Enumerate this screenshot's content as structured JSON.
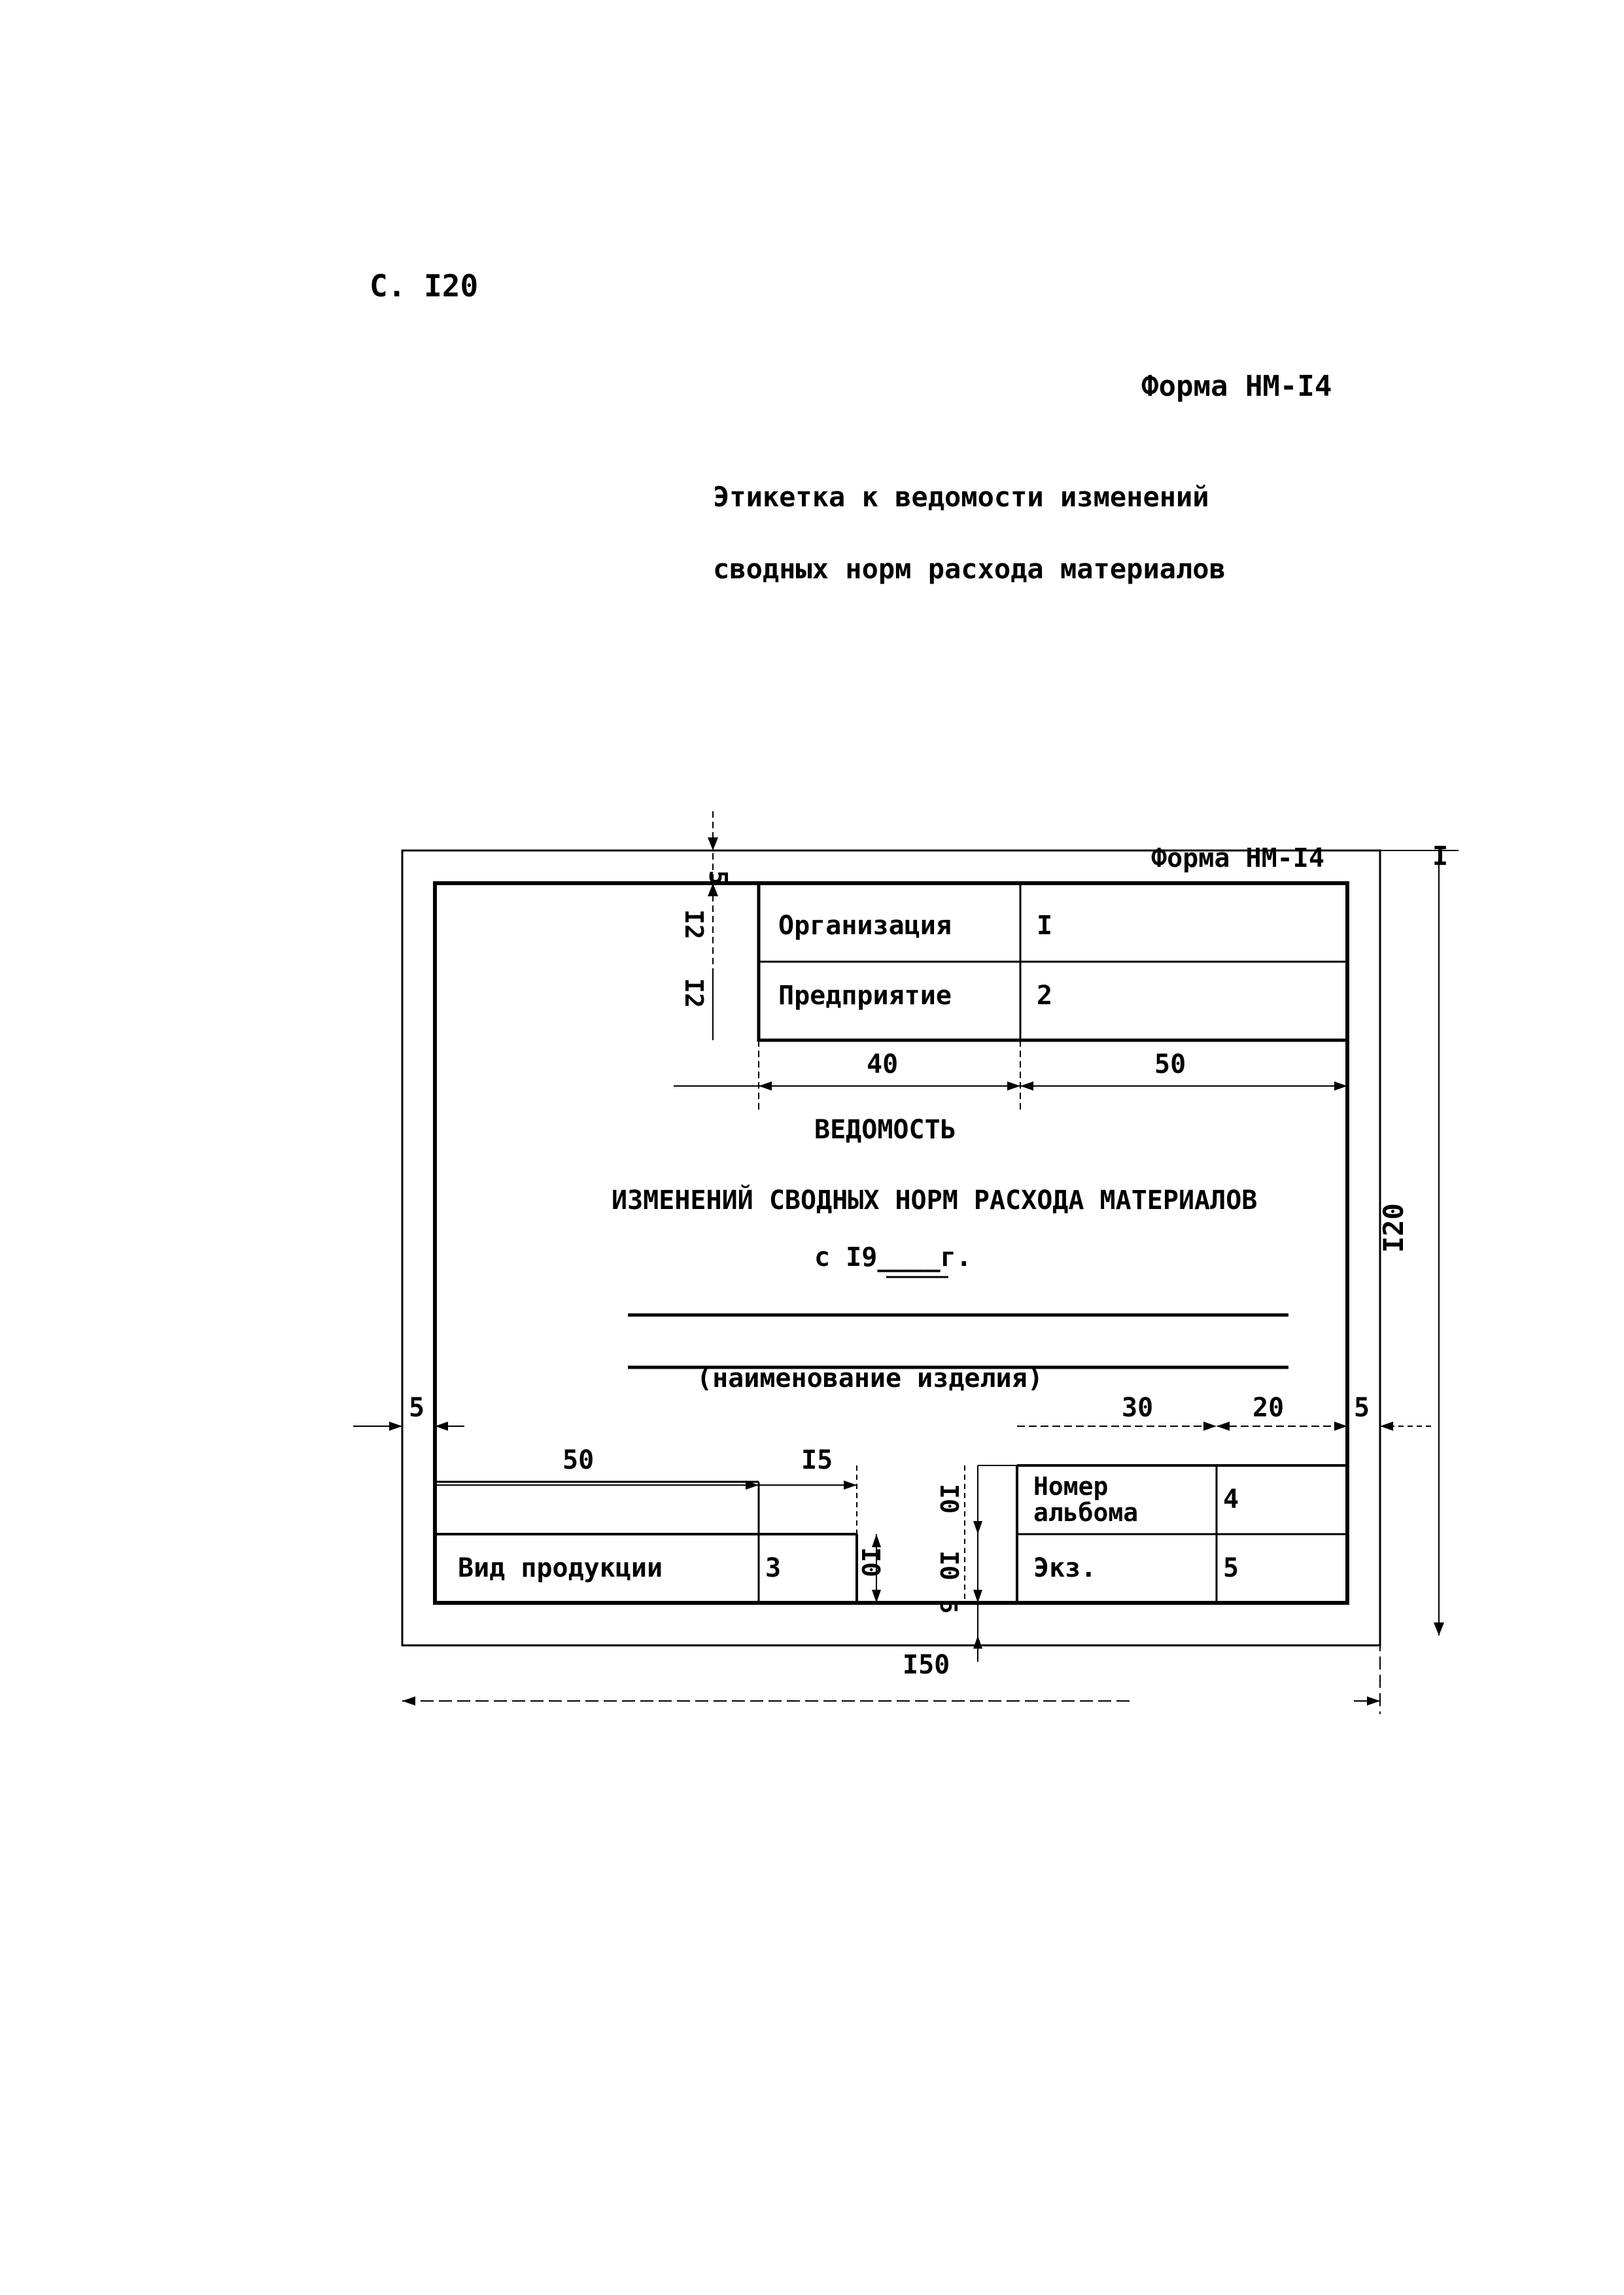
{
  "header": {
    "page_number": "С. I20",
    "form_code": "Форма НМ-I4",
    "title_line1": "Этикетка к ведомости изменений",
    "title_line2": "сводных норм расхода материалов"
  },
  "label": {
    "form_code": "Форма НМ-I4",
    "org_label": "Организация",
    "org_value": "I",
    "ent_label": "Предприятие",
    "ent_value": "2",
    "doc_title": "ВЕДОМОСТЬ",
    "doc_subtitle": "ИЗМЕНЕНИЙ СВОДНЫХ НОРМ РАСХОДА МАТЕРИАЛОВ",
    "date_line": "с I9____г.",
    "product_caption": "(наименование изделия)",
    "product_kind_label": "Вид продукции",
    "product_kind_value": "3",
    "album_label_1": "Номер",
    "album_label_2": "альбома",
    "album_value": "4",
    "copy_label": "Экз.",
    "copy_value": "5"
  },
  "dimensions": {
    "top_margin": "5",
    "row1_h": "I2",
    "row2_h": "I2",
    "col1_w": "40",
    "col2_w": "50",
    "side_left": "5",
    "side_right": "5",
    "bl_w1": "50",
    "bl_w2": "I5",
    "br_w1": "30",
    "br_w2": "20",
    "br_row1_h": "I0",
    "br_row2_h": "I0",
    "small_h": "I0",
    "bottom_margin": "5",
    "total_w": "I50",
    "total_h": "I20",
    "corner": "I"
  }
}
